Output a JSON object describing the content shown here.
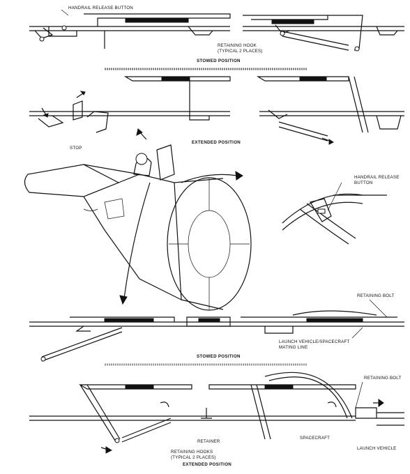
{
  "diagram": {
    "labels": {
      "handrail_release_button_top": "HANDRAIL RELEASE BUTTON",
      "retaining_hook": "RETAINING HOOK",
      "retaining_hook_note": "(TYPICAL 2 PLACES)",
      "stowed_top": "STOWED POSITION",
      "stop": "STOP",
      "extended_top": "EXTENDED POSITION",
      "handrail_release_detail_1": "HANDRAIL RELEASE",
      "handrail_release_detail_2": "BUTTON",
      "retaining_bolt_1": "RETAINING BOLT",
      "mating_line_1": "LAUNCH VEHICLE/SPACECRAFT",
      "mating_line_2": "MATING LINE",
      "stowed_bottom": "STOWED POSITION",
      "retaining_bolt_2": "RETAINING BOLT",
      "retainer": "RETAINER",
      "retaining_hooks": "RETAINING HOOKS",
      "retaining_hooks_note": "(TYPICAL 2 PLACES)",
      "spacecraft": "SPACECRAFT",
      "launch_vehicle": "LAUNCH VEHICLE",
      "extended_bottom": "EXTENDED POSITION"
    },
    "colors": {
      "ink": "#111111",
      "paper": "#ffffff"
    }
  }
}
